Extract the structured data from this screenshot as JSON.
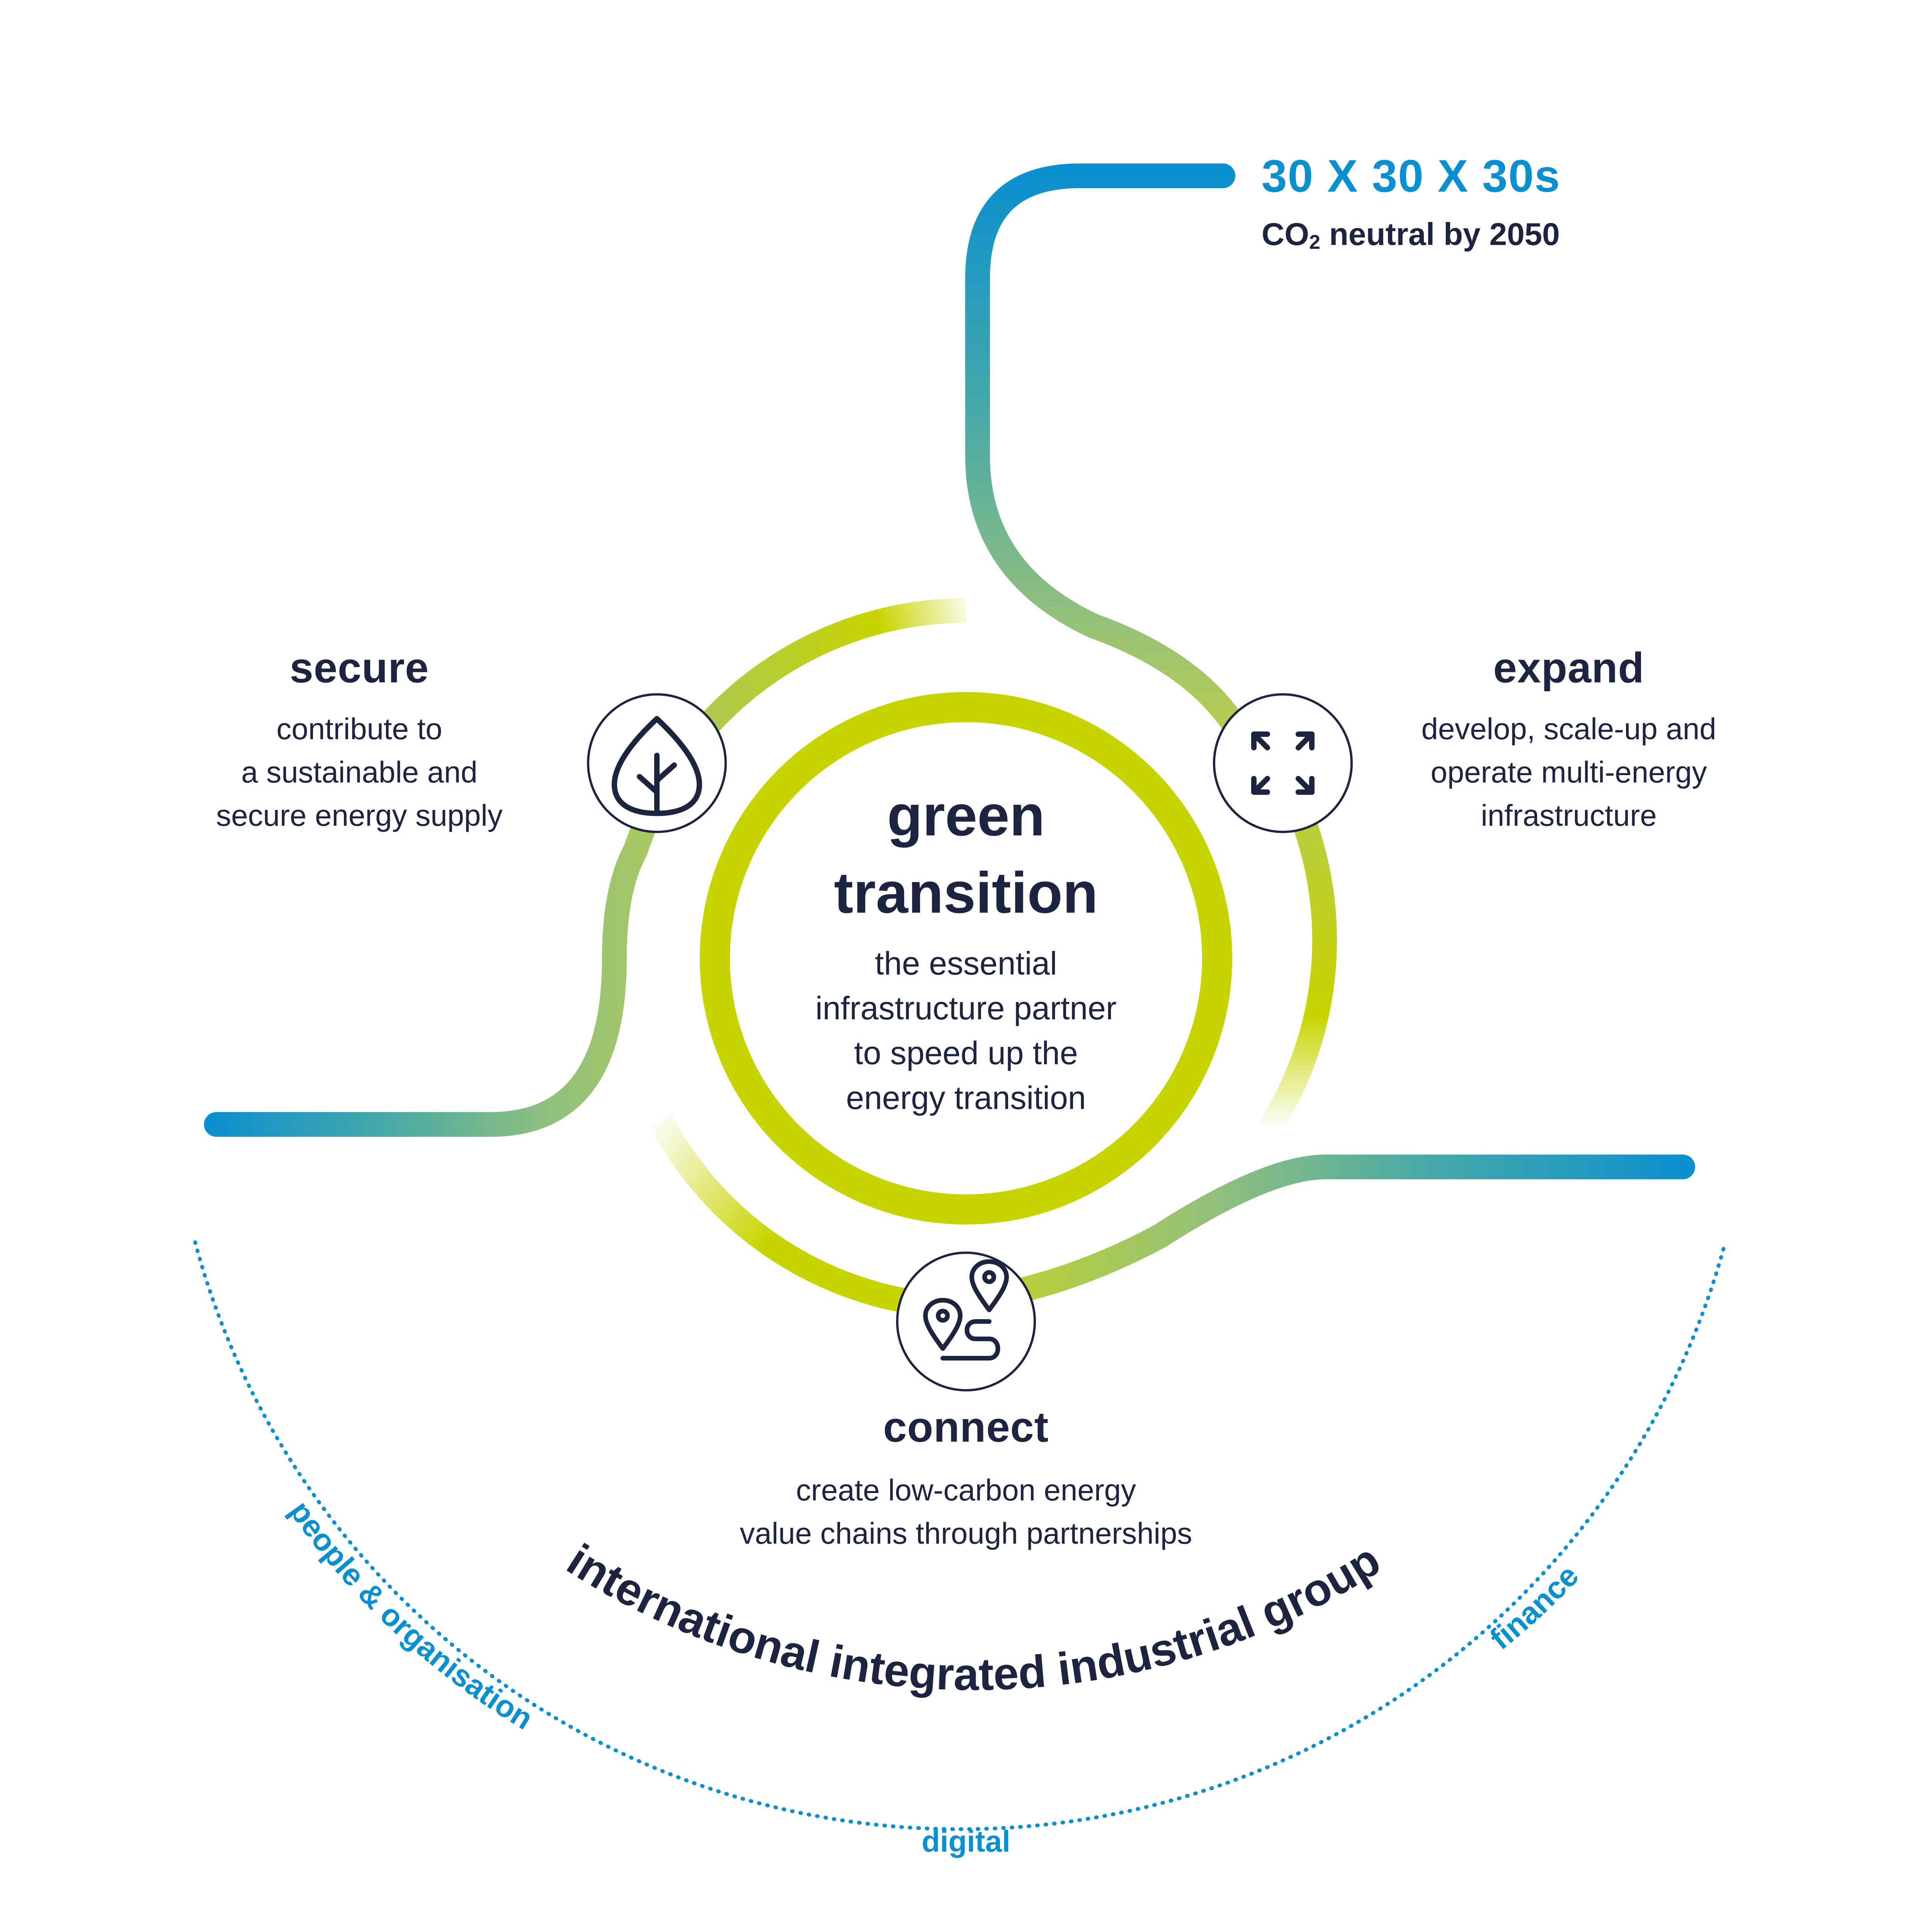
{
  "target": {
    "title": "30 X 30 X 30s",
    "subtitle_prefix": "CO",
    "subtitle_sub": "2",
    "subtitle_suffix": " neutral by 2050"
  },
  "center": {
    "title_line1": "green",
    "title_line2": "transition",
    "desc_lines": [
      "the essential",
      "infrastructure partner",
      "to speed up the",
      "energy transition"
    ]
  },
  "pillars": {
    "secure": {
      "title": "secure",
      "desc_lines": [
        "contribute to",
        "a sustainable and",
        "secure energy supply"
      ],
      "icon": "leaf-icon"
    },
    "expand": {
      "title": "expand",
      "desc_lines": [
        "develop, scale-up and",
        "operate multi-energy",
        "infrastructure"
      ],
      "icon": "expand-arrows-icon"
    },
    "connect": {
      "title": "connect",
      "desc_lines": [
        "create low-carbon energy",
        "value chains through partnerships"
      ],
      "icon": "route-pins-icon"
    }
  },
  "foundation": {
    "main_label": "international integrated industrial group",
    "enablers": [
      "people & organisation",
      "digital",
      "finance"
    ]
  },
  "colors": {
    "navy": "#1c2440",
    "blue": "#0a8fd0",
    "teal": "#47a9a8",
    "sage": "#8fbf7f",
    "lime": "#c8d400"
  }
}
